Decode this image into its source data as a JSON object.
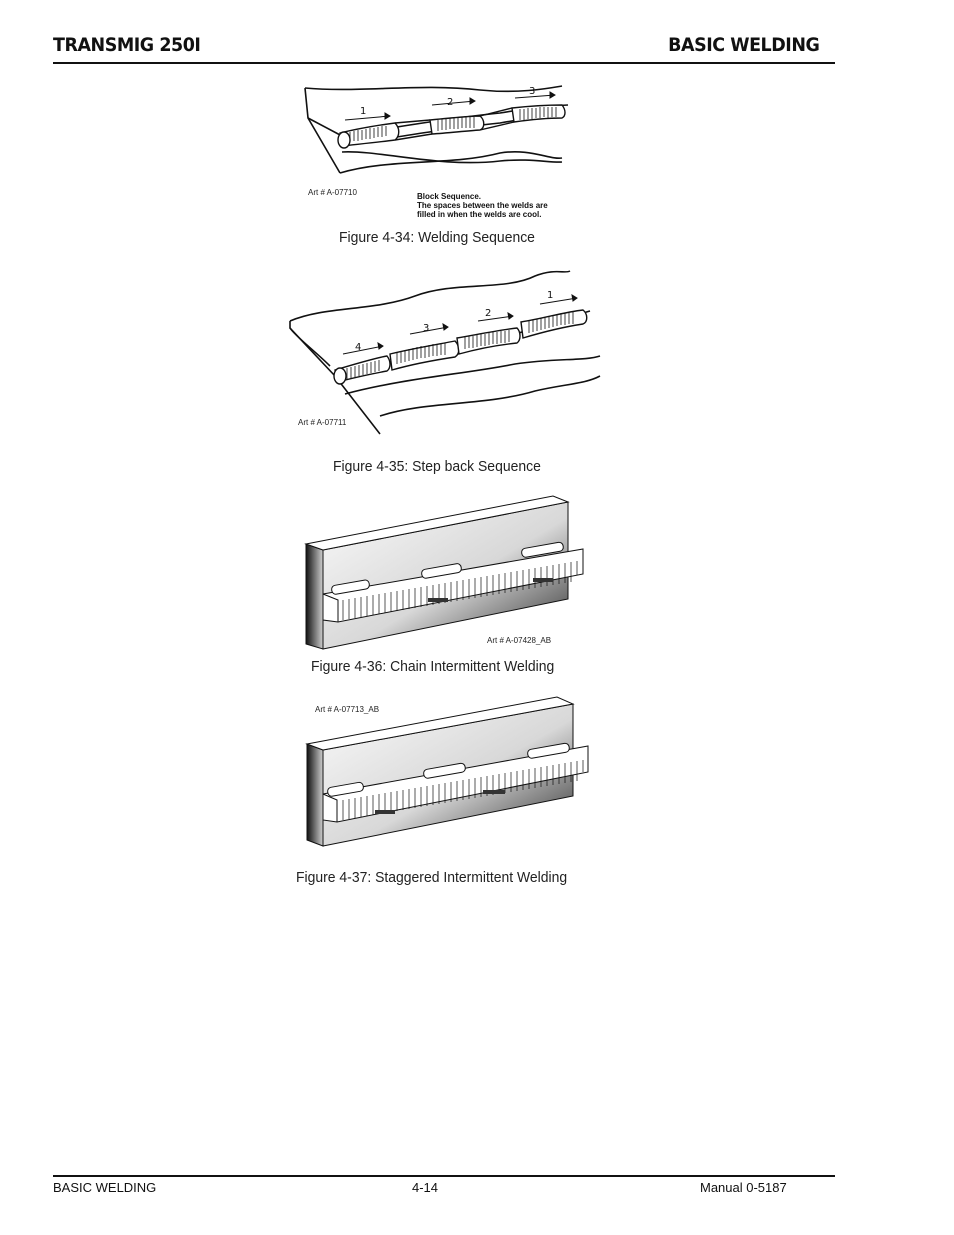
{
  "header": {
    "left": "TRANSMIG 250I",
    "right": "BASIC WELDING"
  },
  "figures": [
    {
      "caption": "Figure 4-34: Welding Sequence",
      "art": "Art # A-07710",
      "note_line1": "Block Sequence.",
      "note_line2": "The spaces between the welds are",
      "note_line3": "filled in when the welds are cool.",
      "labels": [
        "1",
        "2",
        "3"
      ]
    },
    {
      "caption": "Figure 4-35: Step back Sequence",
      "art": "Art # A-07711",
      "labels": [
        "4",
        "3",
        "2",
        "1"
      ]
    },
    {
      "caption": "Figure 4-36: Chain Intermittent Welding",
      "art": "Art # A-07428_AB"
    },
    {
      "caption": "Figure 4-37: Staggered Intermittent Welding",
      "art": "Art # A-07713_AB"
    }
  ],
  "footer": {
    "left": "BASIC WELDING",
    "center": "4-14",
    "right": "Manual 0-5187"
  }
}
